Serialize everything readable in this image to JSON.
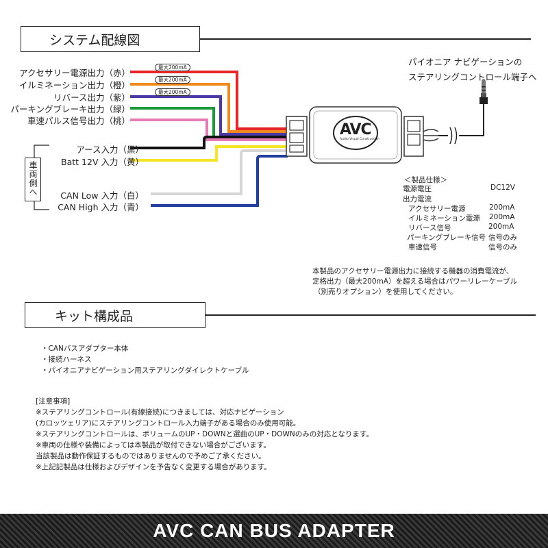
{
  "section1": {
    "title": "システム配線図"
  },
  "section2": {
    "title": "キット構成品"
  },
  "wires_top": [
    {
      "label": "アクセサリー電源出力（赤）",
      "color": "#e8262a",
      "badge": "最大200mA"
    },
    {
      "label": "イルミネーション出力（橙）",
      "color": "#ef8a1b",
      "badge": "最大200mA"
    },
    {
      "label": "リバース出力（紫）",
      "color": "#4b3aa5",
      "badge": "最大200mA"
    },
    {
      "label": "パーキングブレーキ出力（緑）",
      "color": "#1b9a3a",
      "badge": ""
    },
    {
      "label": "車速パルス信号出力（桃）",
      "color": "#e77bb5",
      "badge": ""
    }
  ],
  "wires_bottom": [
    {
      "label": "アース入力（黒）",
      "color": "#111111"
    },
    {
      "label": "Batt 12V 入力（黄）",
      "color": "#f4e526"
    },
    {
      "label": "CAN Low 入力（白）",
      "color": "#d6d6d6"
    },
    {
      "label": "CAN High 入力（青）",
      "color": "#1f3e9e"
    }
  ],
  "vehicle_side_label": "車両側へ",
  "device": {
    "logo": "AVC",
    "tagline": "Audio Visual Construction"
  },
  "pioneer_note": {
    "line1": "パイオニア ナビゲーションの",
    "line2": "ステアリングコントロール端子へ"
  },
  "specs": {
    "heading": "＜製品仕様＞",
    "rows": [
      {
        "name": "電源電圧",
        "value": "DC12V",
        "indent": false
      },
      {
        "name": "出力電流",
        "value": "",
        "indent": false
      },
      {
        "name": "アクセサリー電源",
        "value": "200mA",
        "indent": true
      },
      {
        "name": "イルミネーション電源",
        "value": "200mA",
        "indent": true
      },
      {
        "name": "リバース信号",
        "value": "200mA",
        "indent": true
      },
      {
        "name": "パーキングブレーキ信号",
        "value": "信号のみ",
        "indent": true
      },
      {
        "name": "車速信号",
        "value": "信号のみ",
        "indent": true
      }
    ]
  },
  "power_note": [
    "本製品のアクセサリー電源出力に接続する機器の消費電流が、",
    "定格出力（最大200mA）を超える場合はパワーリレーケーブル",
    "（別売りオプション）を使用してください。"
  ],
  "kit_items": [
    "・CANバスアダプター本体",
    "・接続ハーネス",
    "・パイオニアナビゲーション用ステアリングダイレクトケーブル"
  ],
  "notes": {
    "heading": "[注意事項]",
    "lines": [
      "※ステアリングコントロール(有線接続)につきましては、対応ナビゲーション",
      "(カロッツェリア)にステアリングコントロール入力端子がある場合のみ使用可能。",
      "※ステアリングコントロールは、ボリュームのUP・DOWNと選曲のUP・DOWNのみの対応となります。",
      "※車両の仕様や装備によっては本製品が取付できない場合がございます。",
      "当該製品は動作保証するものではありませんので予めご了承ください。",
      "※上記記製品は仕様およびデザインを予告なく変更する場合があります。"
    ]
  },
  "footer": {
    "title": "AVC CAN BUS ADAPTER"
  }
}
